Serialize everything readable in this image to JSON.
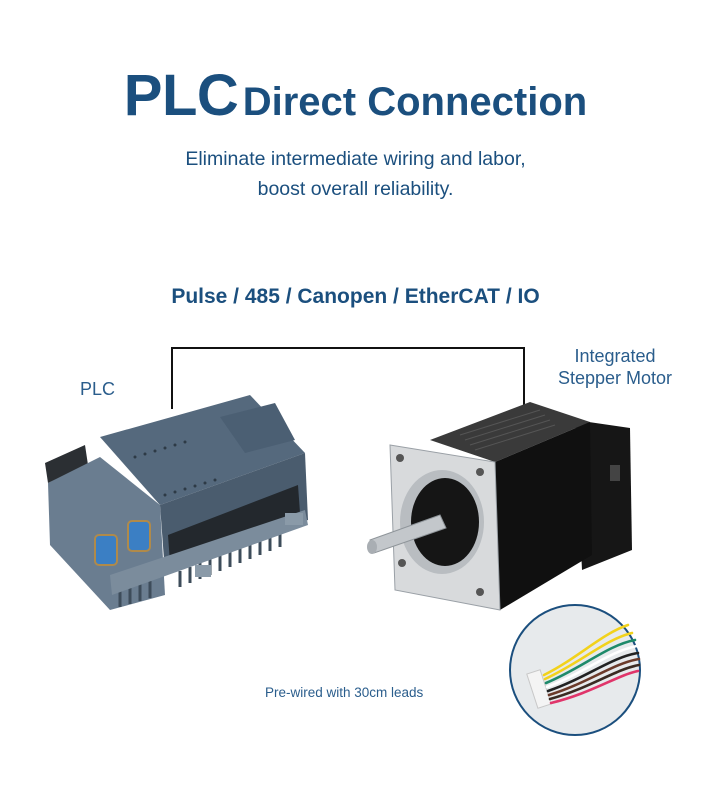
{
  "header": {
    "title_strong": "PLC",
    "title_rest": "Direct Connection",
    "subtitle_line1": "Eliminate intermediate wiring and labor,",
    "subtitle_line2": "boost overall reliability."
  },
  "diagram": {
    "protocols": "Pulse / 485 / Canopen / EtherCAT / IO",
    "plc_label": "PLC",
    "motor_label_line1": "Integrated",
    "motor_label_line2": "Stepper Motor",
    "cable_caption": "Pre-wired with 30cm leads"
  },
  "colors": {
    "brand_blue": "#1b4f7e",
    "label_blue": "#2a5d8c",
    "wire": "#111111",
    "plc_body": "#5a6f83",
    "motor_body": "#1a1a1a"
  },
  "cable_wires": [
    "#f2d21b",
    "#f2d21b",
    "#1e8a6a",
    "#ffffff",
    "#222222",
    "#6b3a2a",
    "#3a2a22",
    "#e0356a"
  ]
}
